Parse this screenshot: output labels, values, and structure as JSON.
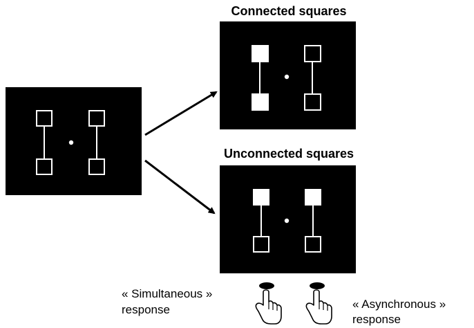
{
  "panels": {
    "connected_title": "Connected squares",
    "unconnected_title": "Unconnected squares"
  },
  "responses": {
    "left_line1": "« Simultaneous »",
    "left_line2": "response",
    "right_line1": "« Asynchronous »",
    "right_line2": "response"
  },
  "colors": {
    "panel": "#000000",
    "stimulus": "#ffffff"
  }
}
